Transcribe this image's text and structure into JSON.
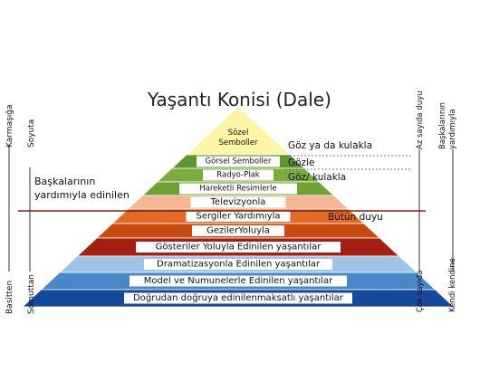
{
  "title": "Yaşantı Konisi (Dale)",
  "levels": [
    {
      "label_lines": [
        "Sözel",
        "Semboller"
      ],
      "color": "#fbf5a6"
    },
    {
      "label_lines": [
        "Görsel Semboller"
      ],
      "color": "#5f9632"
    },
    {
      "label_lines": [
        "Radyo-Plak"
      ],
      "color": "#7cab40"
    },
    {
      "label_lines": [
        "Hareketli Resimlerle"
      ],
      "color": "#6ea034"
    },
    {
      "label_lines": [
        "Televizyonla"
      ],
      "color": "#f3b592"
    },
    {
      "label_lines": [
        "Sergiler Yardımıyla"
      ],
      "color": "#e16a24"
    },
    {
      "label_lines": [
        "GezilerYoluyla"
      ],
      "color": "#c64a12"
    },
    {
      "label_lines": [
        "Gösteriler Yoluyla Edinilen yaşantılar"
      ],
      "color": "#a52012"
    },
    {
      "label_lines": [
        "Dramatizasyonla Edinilen yaşantılar"
      ],
      "color": "#9dc4e4"
    },
    {
      "label_lines": [
        "Model ve Numunelerle Edinilen yaşantılar"
      ],
      "color": "#4b86c9"
    },
    {
      "label_lines": [
        "Doğrudan doğruya edinilenmaksatlı yaşantılar"
      ],
      "color": "#16489b"
    }
  ],
  "right_annotations": {
    "goz_kulak_top": "Göz ya da kulakla",
    "gozle": "Gözle",
    "goz_kulak": "Göz/ kulakla",
    "butun_duyu": "Bütün duyu"
  },
  "left_annotation": [
    "Başkalarının",
    "yardımıyla edinilen"
  ],
  "left_axis": {
    "outer_top": "Karmaşığa",
    "outer_bottom": "Basitten",
    "inner_top": "Soyuta",
    "inner_bottom": "Somuttan"
  },
  "right_axis": {
    "inner_top": "Az sayıda duyu",
    "inner_bottom": "Çok sayıda",
    "outer_top": [
      "Başkalarının",
      "yardımıyla"
    ],
    "outer_bottom": "Kendi kendine"
  },
  "colors": {
    "divider_line": "#8b1a1a",
    "label_box": "#ffffff",
    "text": "#111111"
  }
}
